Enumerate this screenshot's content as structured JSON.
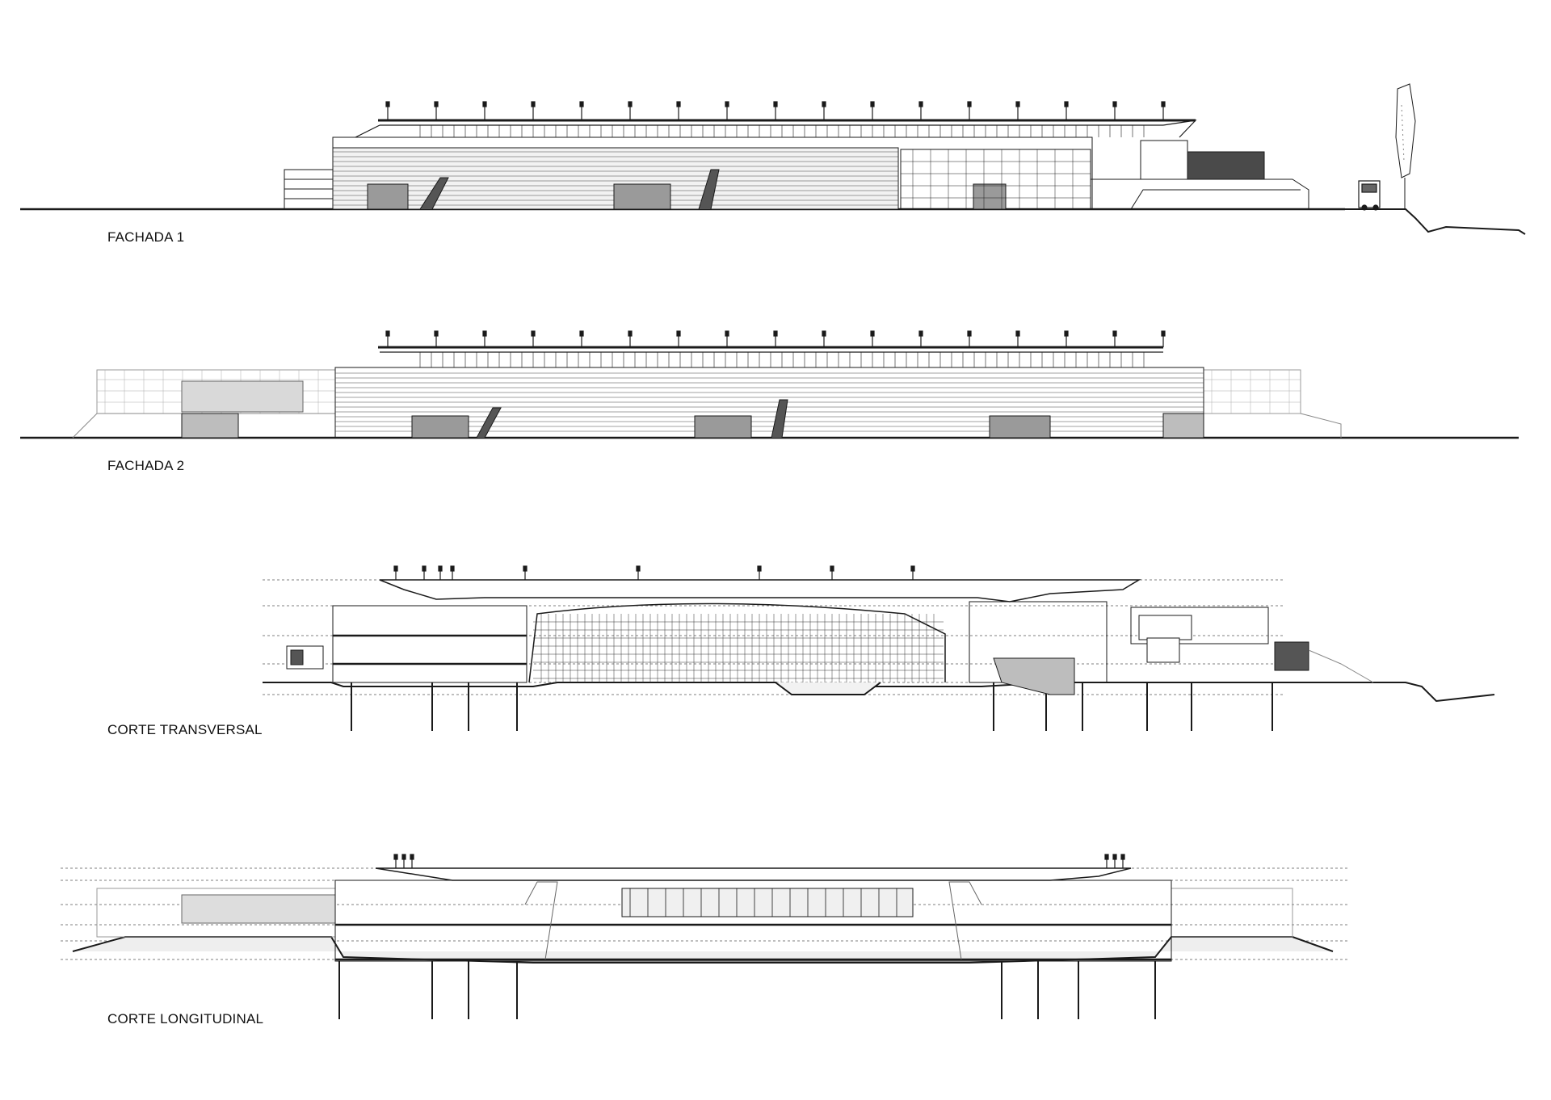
{
  "sheet": {
    "drawings": [
      {
        "id": "fachada-1",
        "label": "FACHADA 1"
      },
      {
        "id": "fachada-2",
        "label": "FACHADA 2"
      },
      {
        "id": "corte-transversal",
        "label": "CORTE TRANSVERSAL"
      },
      {
        "id": "corte-longitudinal",
        "label": "CORTE LONGITUDINAL"
      }
    ]
  },
  "colors": {
    "line": "#1a1a1a",
    "light_line": "#8a8a8a",
    "fill_dark": "#3a3a3a",
    "fill_mid": "#bdbdbd",
    "fill_light": "#e6e6e6",
    "background": "#ffffff"
  }
}
